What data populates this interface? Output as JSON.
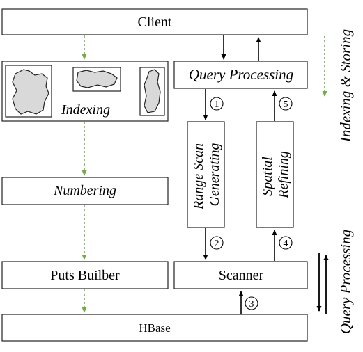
{
  "nodes": {
    "client": "Client",
    "indexing": "Indexing",
    "query_processing": "Query Processing",
    "numbering": "Numbering",
    "range_scan_generating": [
      "Range Scan",
      "Generating"
    ],
    "spatial_refining": [
      "Spatial",
      "Refining"
    ],
    "puts_builder": "Puts Builber",
    "scanner": "Scanner",
    "hbase": "HBase"
  },
  "step_labels": [
    "1",
    "2",
    "3",
    "4",
    "5"
  ],
  "legend": {
    "indexing_storing": "Indexing & Storing",
    "query_processing": "Query Processing"
  },
  "colors": {
    "green_arrow": "#70ad47",
    "black_arrow": "#000000",
    "shape_fill": "#d9d9d9"
  }
}
